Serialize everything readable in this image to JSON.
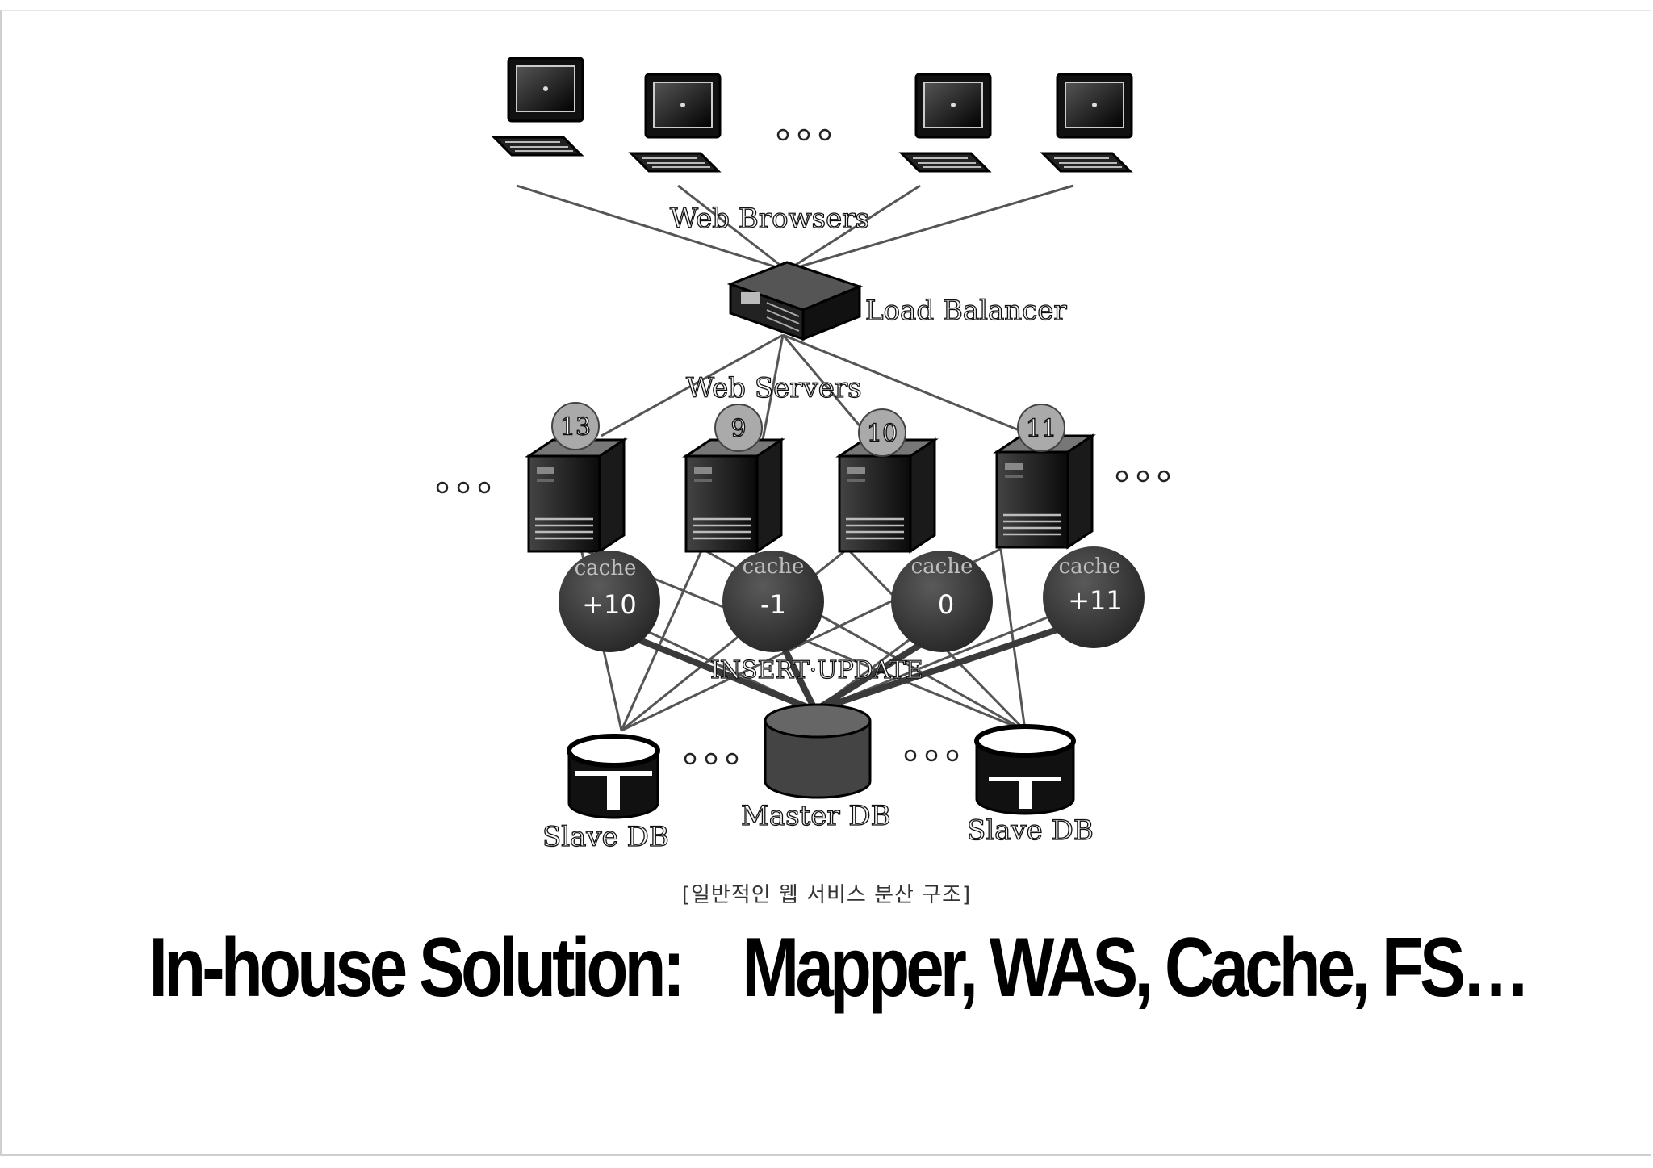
{
  "diagram": {
    "labels": {
      "web_browsers": "Web Browsers",
      "load_balancer": "Load Balancer",
      "web_servers": "Web Servers",
      "insert_update": "INSERT·UPDATE",
      "slave_db": "Slave DB",
      "master_db": "Master DB",
      "ellipsis": "• • •"
    },
    "servers": [
      {
        "number": "13"
      },
      {
        "number": "9"
      },
      {
        "number": "10"
      },
      {
        "number": "11"
      }
    ],
    "caches": [
      {
        "title": "cache",
        "value": "+10"
      },
      {
        "title": "cache",
        "value": "-1"
      },
      {
        "title": "cache",
        "value": "0"
      },
      {
        "title": "cache",
        "value": "+11"
      }
    ],
    "caption": "[일반적인 웹 서비스 분산 구조]"
  },
  "headline": "In-house Solution:    Mapper, WAS, Cache, FS…"
}
